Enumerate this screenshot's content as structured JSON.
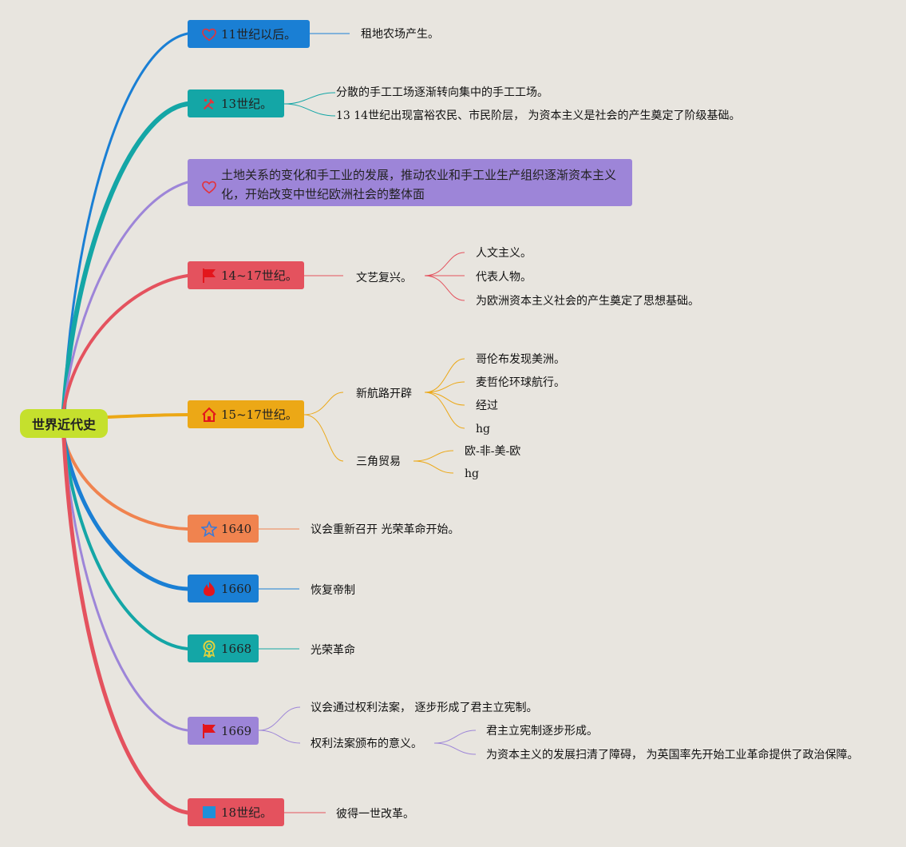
{
  "root": {
    "label": "世界近代史"
  },
  "topics": [
    {
      "label": "11世纪以后。",
      "icon": "heart-icon",
      "color": "#1a7fd4",
      "children": [
        "租地农场产生。"
      ]
    },
    {
      "label": "13世纪。",
      "icon": "tools-icon",
      "color": "#14a6a6",
      "children": [
        "分散的手工工场逐渐转向集中的手工工场。",
        "13 14世纪出现富裕农民、市民阶层， 为资本主义是社会的产生奠定了阶级基础。"
      ]
    },
    {
      "label": "土地关系的变化和手工业的发展，推动农业和手工业生产组织逐渐资本主义化，开始改变中世纪欧洲社会的整体面",
      "icon": "heart-icon",
      "color": "#9d85d8",
      "children": []
    },
    {
      "label": "14~17世纪。",
      "icon": "flag-icon",
      "color": "#e4525e",
      "children": [
        {
          "label": "文艺复兴。",
          "children": [
            "人文主义。",
            "代表人物。",
            "为欧洲资本主义社会的产生奠定了思想基础。"
          ]
        }
      ]
    },
    {
      "label": "15~17世纪。",
      "icon": "home-icon",
      "color": "#eca816",
      "children": [
        {
          "label": "新航路开辟",
          "children": [
            "哥伦布发现美洲。",
            "麦哲伦环球航行。",
            "经过",
            "hg"
          ]
        },
        {
          "label": "三角贸易",
          "children": [
            "欧-非-美-欧",
            "hg"
          ]
        }
      ]
    },
    {
      "label": "1640",
      "icon": "star-icon",
      "color": "#f0834f",
      "children": [
        "议会重新召开 光荣革命开始。"
      ]
    },
    {
      "label": "1660",
      "icon": "fire-icon",
      "color": "#1a7fd4",
      "children": [
        "恢复帝制"
      ]
    },
    {
      "label": "1668",
      "icon": "award-icon",
      "color": "#14a6a6",
      "children": [
        "光荣革命"
      ]
    },
    {
      "label": "1669",
      "icon": "flag-icon",
      "color": "#9d85d8",
      "children": [
        "议会通过权利法案， 逐步形成了君主立宪制。",
        {
          "label": "权利法案颁布的意义。",
          "children": [
            "君主立宪制逐步形成。",
            "为资本主义的发展扫清了障碍， 为英国率先开始工业革命提供了政治保障。"
          ]
        }
      ]
    },
    {
      "label": "18世纪。",
      "icon": "flag-square-icon",
      "color": "#e4525e",
      "children": [
        "彼得一世改革。"
      ]
    }
  ]
}
